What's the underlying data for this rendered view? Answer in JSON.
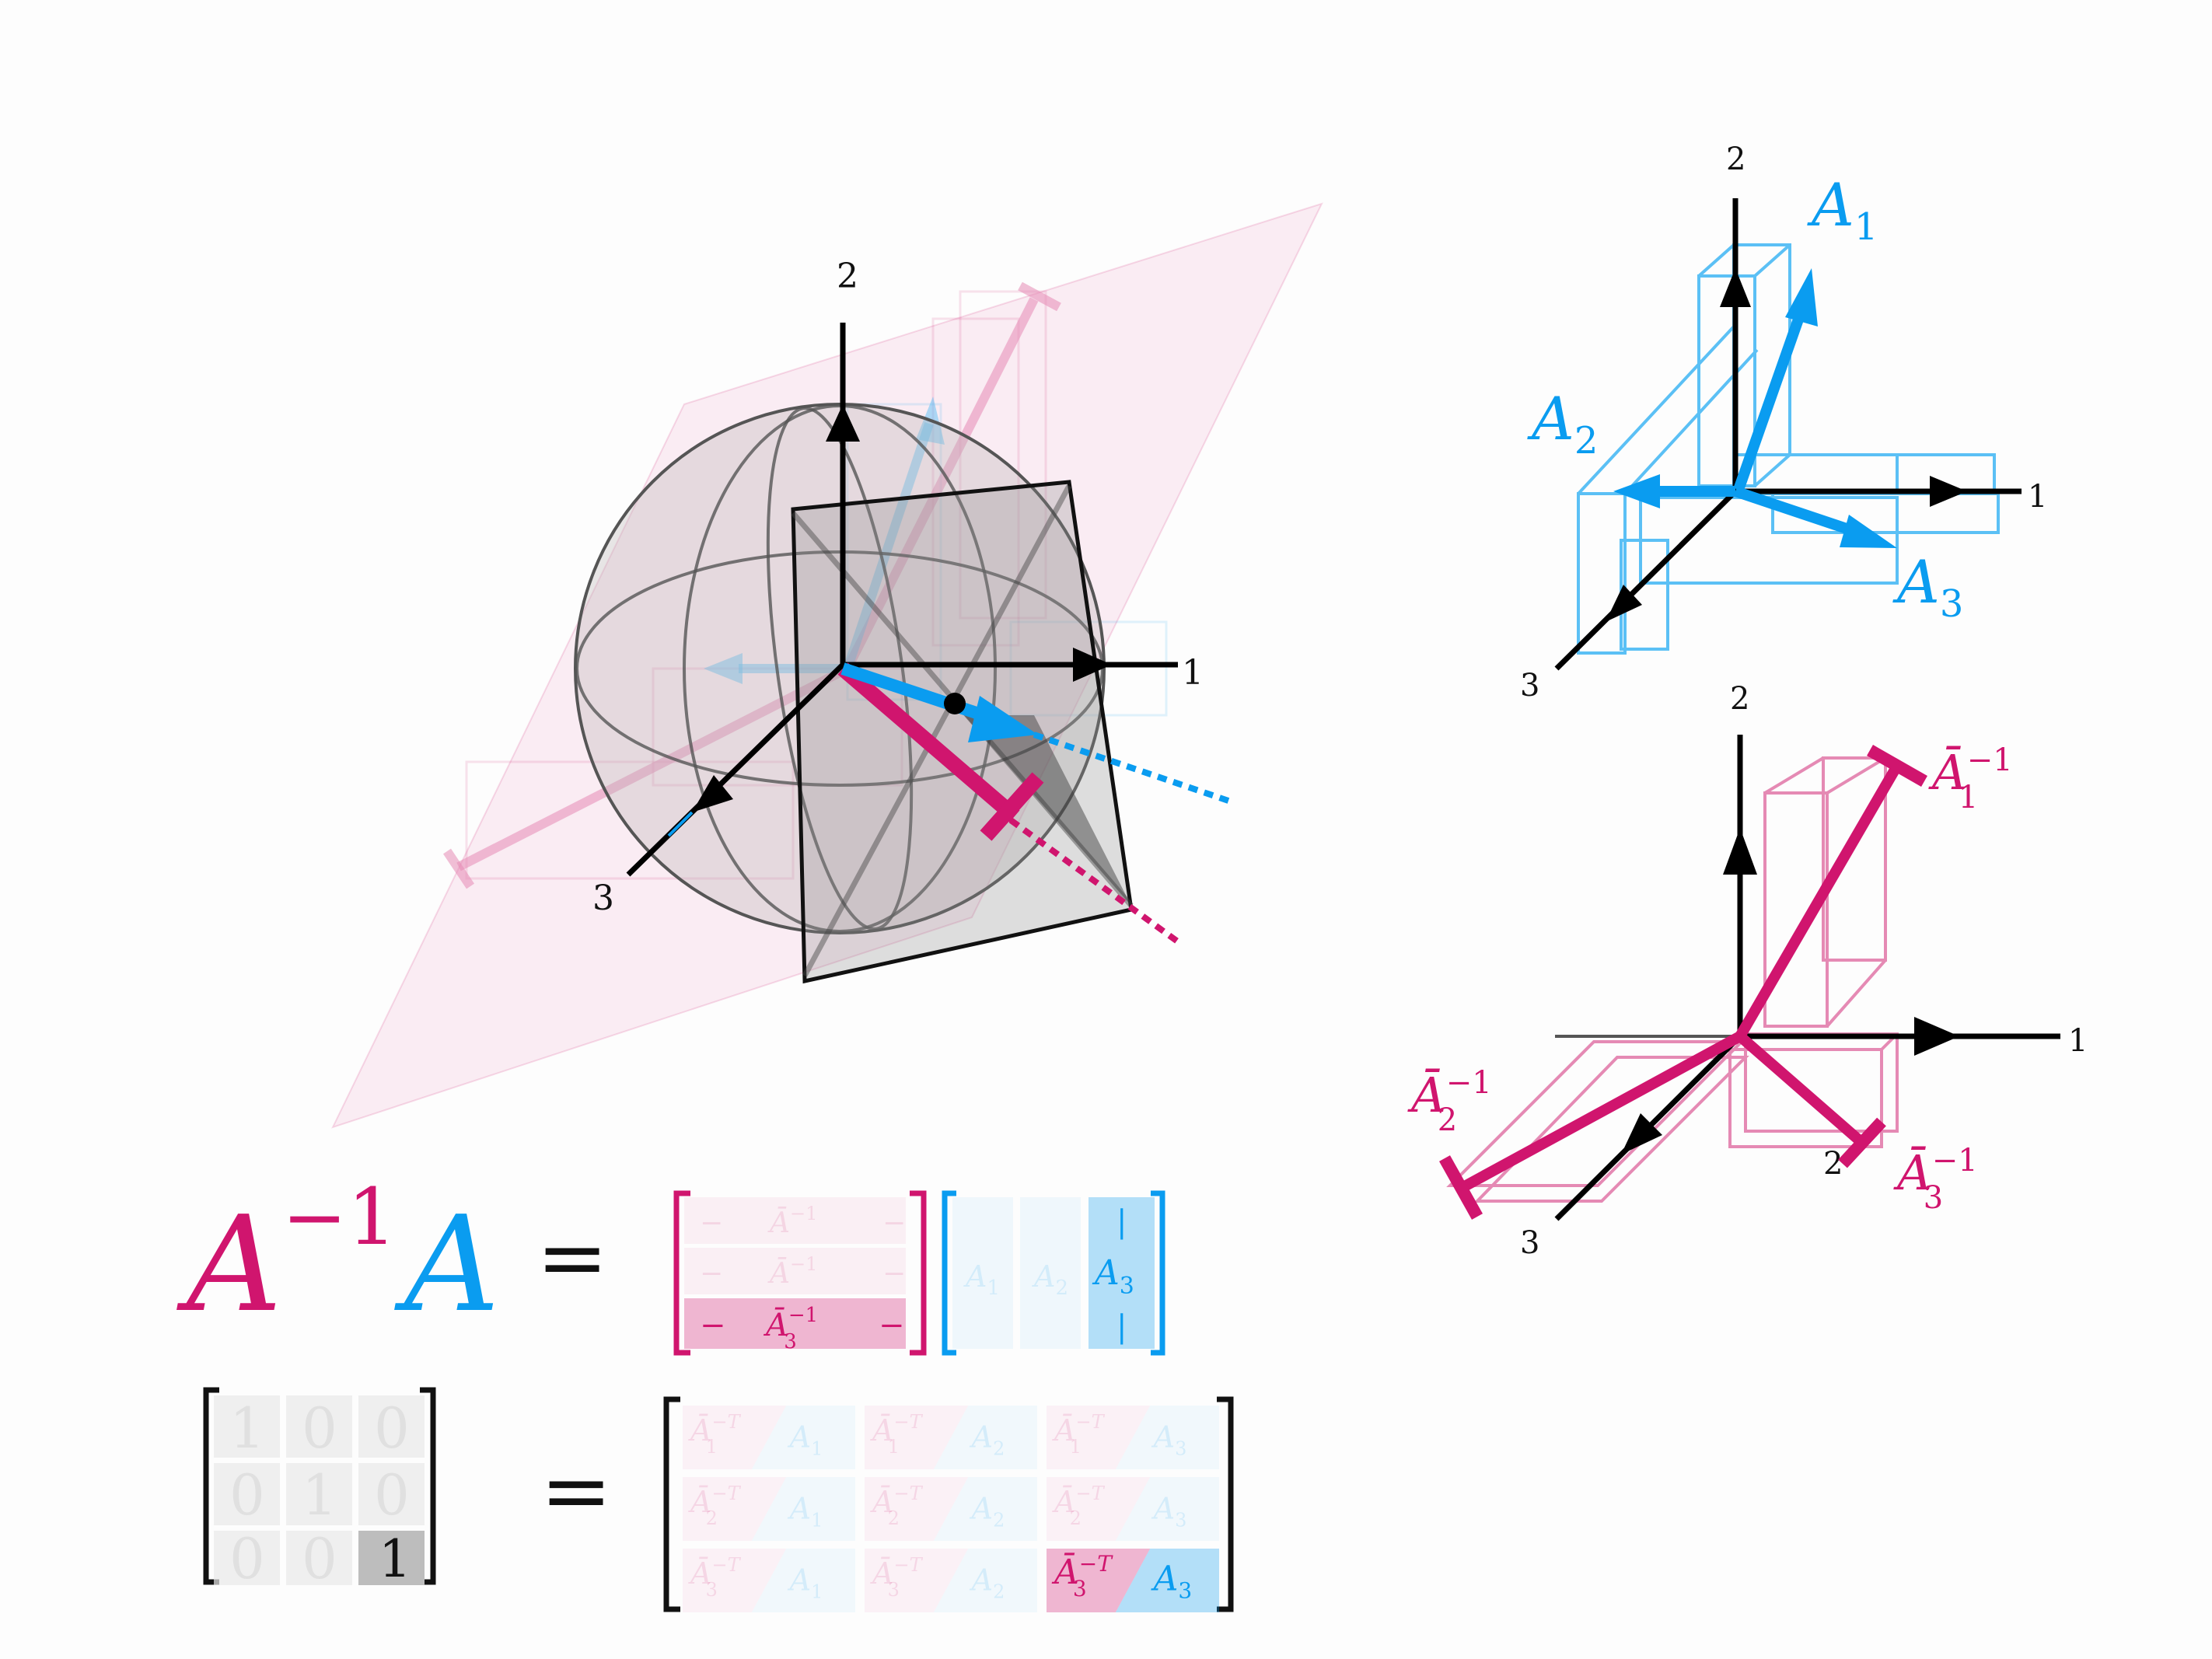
{
  "colors": {
    "blue": "#0a9cf0",
    "blue_light": "#5bc0f5",
    "magenta": "#d0156e",
    "magenta_light": "#e58ab4",
    "gray": "#555555"
  },
  "main_diagram": {
    "axis_labels": {
      "x": "1",
      "y": "2",
      "z": "3"
    }
  },
  "top_right": {
    "axis_labels": {
      "x": "1",
      "y": "2",
      "z": "3"
    },
    "vectors": [
      {
        "base": "A",
        "sub": "1"
      },
      {
        "base": "A",
        "sub": "2"
      },
      {
        "base": "A",
        "sub": "3"
      }
    ]
  },
  "bottom_right": {
    "axis_labels": {
      "x": "1",
      "y": "2",
      "z": "3",
      "extra": "2"
    },
    "vectors": [
      {
        "base": "Ā",
        "sub": "1",
        "sup": "−1"
      },
      {
        "base": "Ā",
        "sub": "2",
        "sup": "−1"
      },
      {
        "base": "Ā",
        "sub": "3",
        "sup": "−1"
      }
    ]
  },
  "equation1": {
    "lhs_inv": "A",
    "lhs_inv_sup": "−1",
    "lhs_a": "A",
    "equals": "=",
    "row_dash": "−",
    "rows": [
      {
        "base": "Ā",
        "sub": "1",
        "sup": "−1"
      },
      {
        "base": "Ā",
        "sub": "2",
        "sup": "−1"
      },
      {
        "base": "Ā",
        "sub": "3",
        "sup": "−1"
      }
    ],
    "col_bar": "|",
    "cols": [
      {
        "base": "A",
        "sub": "1"
      },
      {
        "base": "A",
        "sub": "2"
      },
      {
        "base": "A",
        "sub": "3"
      }
    ]
  },
  "equation2": {
    "equals": "=",
    "identity": [
      [
        "1",
        "0",
        "0"
      ],
      [
        "0",
        "1",
        "0"
      ],
      [
        "0",
        "0",
        "1"
      ]
    ],
    "cells": [
      [
        {
          "l": "Ā",
          "ls": "1",
          "lp": "−T",
          "r": "A",
          "rs": "1"
        },
        {
          "l": "Ā",
          "ls": "1",
          "lp": "−T",
          "r": "A",
          "rs": "2"
        },
        {
          "l": "Ā",
          "ls": "1",
          "lp": "−T",
          "r": "A",
          "rs": "3"
        }
      ],
      [
        {
          "l": "Ā",
          "ls": "2",
          "lp": "−T",
          "r": "A",
          "rs": "1"
        },
        {
          "l": "Ā",
          "ls": "2",
          "lp": "−T",
          "r": "A",
          "rs": "2"
        },
        {
          "l": "Ā",
          "ls": "2",
          "lp": "−T",
          "r": "A",
          "rs": "3"
        }
      ],
      [
        {
          "l": "Ā",
          "ls": "3",
          "lp": "−T",
          "r": "A",
          "rs": "1"
        },
        {
          "l": "Ā",
          "ls": "3",
          "lp": "−T",
          "r": "A",
          "rs": "2"
        },
        {
          "l": "Ā",
          "ls": "3",
          "lp": "−T",
          "r": "A",
          "rs": "3"
        }
      ]
    ]
  }
}
